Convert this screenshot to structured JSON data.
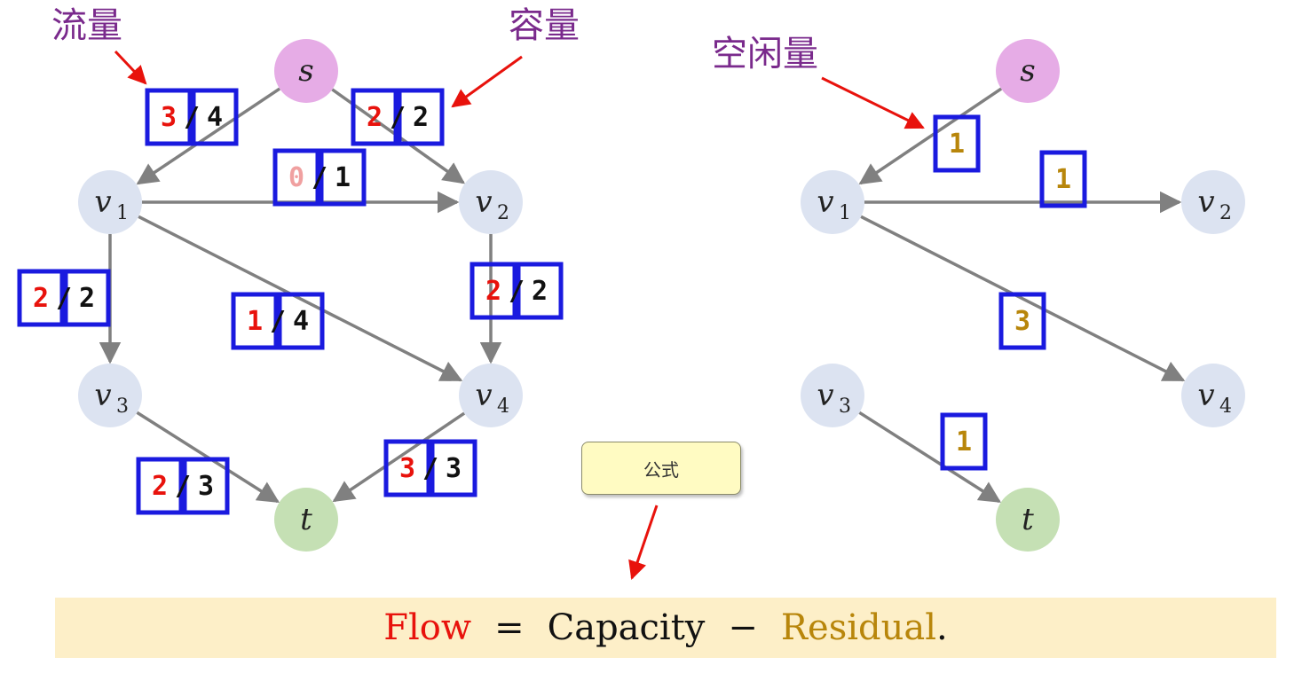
{
  "callouts": {
    "flow": "流量",
    "capacity": "容量",
    "residual": "空闲量"
  },
  "nodes": [
    {
      "id": "s",
      "label": "s",
      "sub": "",
      "color": "#e6ace6"
    },
    {
      "id": "v1",
      "label": "v",
      "sub": "1",
      "color": "#dce3f1"
    },
    {
      "id": "v2",
      "label": "v",
      "sub": "2",
      "color": "#dce3f1"
    },
    {
      "id": "v3",
      "label": "v",
      "sub": "3",
      "color": "#dce3f1"
    },
    {
      "id": "v4",
      "label": "v",
      "sub": "4",
      "color": "#dce3f1"
    },
    {
      "id": "t",
      "label": "t",
      "sub": "",
      "color": "#c5e0b4"
    }
  ],
  "flow_network": {
    "edges": [
      {
        "from": "s",
        "to": "v1",
        "flow": "3",
        "capacity": "4"
      },
      {
        "from": "s",
        "to": "v2",
        "flow": "2",
        "capacity": "2"
      },
      {
        "from": "v1",
        "to": "v2",
        "flow": "0",
        "capacity": "1"
      },
      {
        "from": "v1",
        "to": "v3",
        "flow": "2",
        "capacity": "2"
      },
      {
        "from": "v1",
        "to": "v4",
        "flow": "1",
        "capacity": "4"
      },
      {
        "from": "v2",
        "to": "v4",
        "flow": "2",
        "capacity": "2"
      },
      {
        "from": "v3",
        "to": "t",
        "flow": "2",
        "capacity": "3"
      },
      {
        "from": "v4",
        "to": "t",
        "flow": "3",
        "capacity": "3"
      }
    ]
  },
  "residual_network": {
    "edges": [
      {
        "from": "s",
        "to": "v1",
        "residual": "1"
      },
      {
        "from": "v1",
        "to": "v2",
        "residual": "1"
      },
      {
        "from": "v1",
        "to": "v4",
        "residual": "3"
      },
      {
        "from": "v3",
        "to": "t",
        "residual": "1"
      }
    ]
  },
  "formula_tag": "公式",
  "formula": {
    "flow": "Flow",
    "equals": "=",
    "capacity": "Capacity",
    "minus": "−",
    "residual": "Residual",
    "period": "."
  },
  "colors": {
    "flow_value": "#e8120c",
    "zero_flow_value": "#f0a0a0",
    "capacity_value": "#111111",
    "residual_value": "#b8860b",
    "box_border": "#1a1adf",
    "edge": "#808080",
    "callout_arrow": "#e8120c",
    "callout_text": "#7a2a8c"
  }
}
